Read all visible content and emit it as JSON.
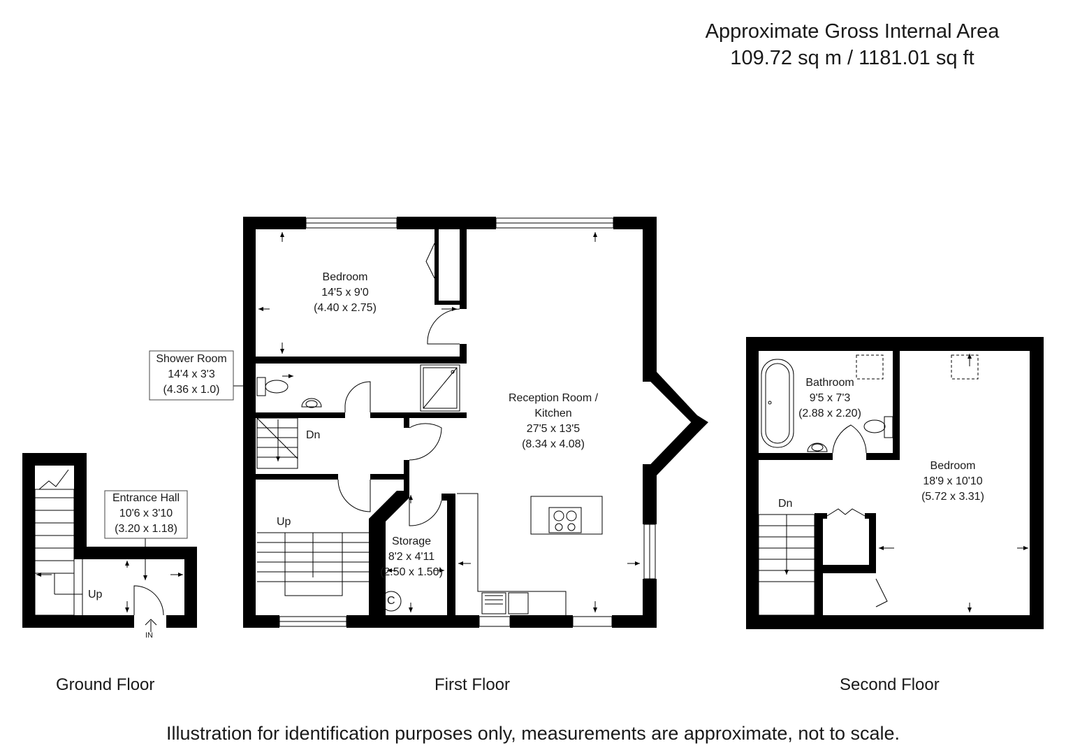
{
  "header": {
    "title": "Approximate Gross Internal Area",
    "area": "109.72 sq m / 1181.01 sq ft"
  },
  "floors": {
    "ground": "Ground Floor",
    "first": "First Floor",
    "second": "Second Floor"
  },
  "rooms": {
    "entrance_hall": {
      "name": "Entrance Hall",
      "imperial": "10'6 x 3'10",
      "metric": "(3.20 x 1.18)"
    },
    "bedroom_first": {
      "name": "Bedroom",
      "imperial": "14'5 x 9'0",
      "metric": "(4.40 x 2.75)"
    },
    "shower_room": {
      "name": "Shower Room",
      "imperial": "14'4 x 3'3",
      "metric": "(4.36 x 1.0)"
    },
    "reception": {
      "name_line1": "Reception Room /",
      "name_line2": "Kitchen",
      "imperial": "27'5 x 13'5",
      "metric": "(8.34 x 4.08)"
    },
    "storage": {
      "name": "Storage",
      "imperial": "8'2 x 4'11",
      "metric": "(2.50 x 1.50)"
    },
    "bathroom": {
      "name": "Bathroom",
      "imperial": "9'5 x 7'3",
      "metric": "(2.88 x 2.20)"
    },
    "bedroom_second": {
      "name": "Bedroom",
      "imperial": "18'9 x 10'10",
      "metric": "(5.72 x 3.31)"
    }
  },
  "labels": {
    "up_ground": "Up",
    "in": "IN",
    "dn_first": "Dn",
    "up_first": "Up",
    "cylinder": "C",
    "dn_second": "Dn"
  },
  "disclaimer": "Illustration for identification purposes only, measurements are approximate, not to scale.",
  "colors": {
    "wall": "#000000",
    "text": "#1a1a1a"
  }
}
